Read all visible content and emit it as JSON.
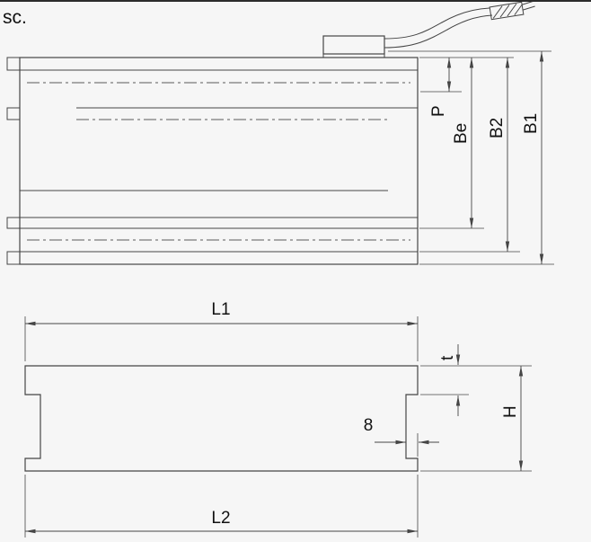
{
  "drawing": {
    "note": "sc.",
    "top_view": {
      "dimensions": {
        "p": "P",
        "be": "Be",
        "b2": "B2",
        "b1": "B1"
      }
    },
    "side_view": {
      "dimensions": {
        "l1": "L1",
        "l2": "L2",
        "t": "t",
        "h": "H",
        "foot_width": "8"
      }
    }
  },
  "colors": {
    "line": "#454545",
    "text": "#111111",
    "background": "#f6f6f6"
  }
}
